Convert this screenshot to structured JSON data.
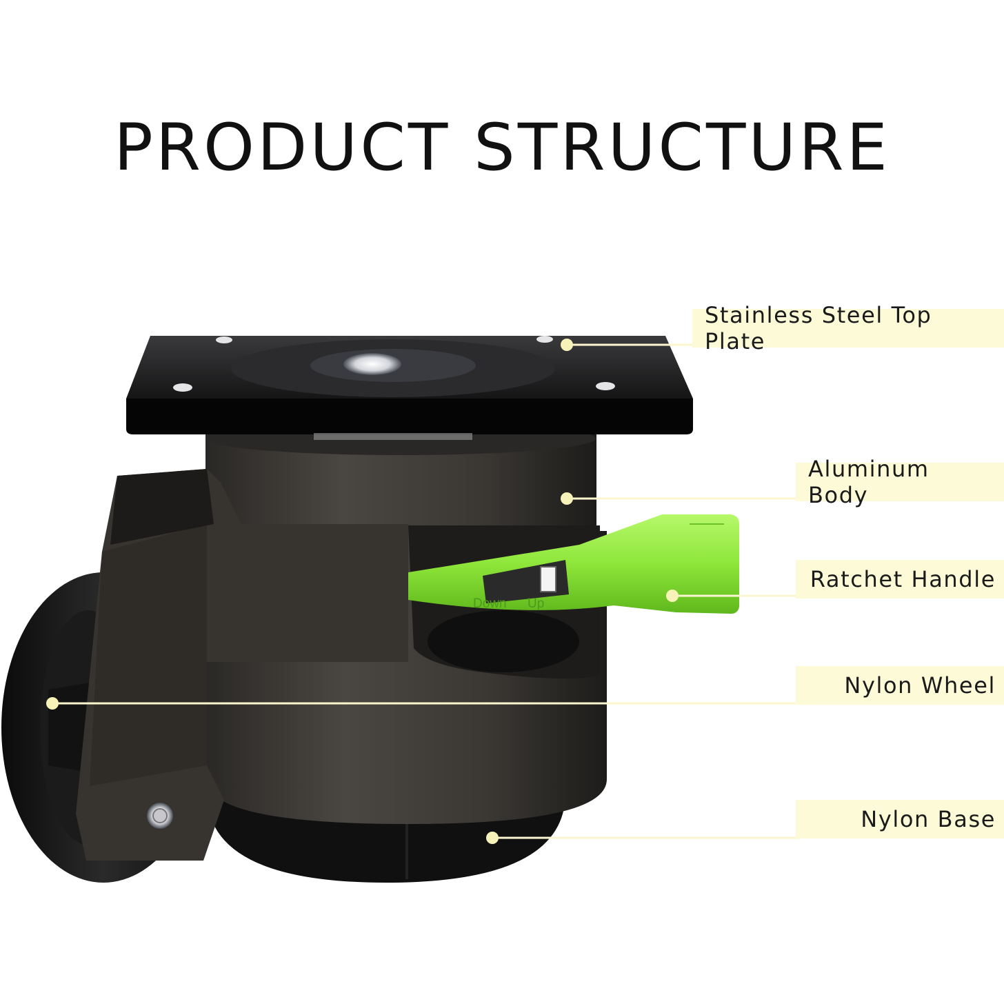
{
  "title": "PRODUCT STRUCTURE",
  "product_markings": {
    "handle_down": "Down",
    "handle_up": "Up"
  },
  "callouts": [
    {
      "id": "top-plate",
      "label": "Stainless Steel Top Plate"
    },
    {
      "id": "aluminum-body",
      "label": "Aluminum Body"
    },
    {
      "id": "ratchet-handle",
      "label": "Ratchet Handle"
    },
    {
      "id": "nylon-wheel",
      "label": "Nylon Wheel"
    },
    {
      "id": "nylon-base",
      "label": "Nylon Base"
    }
  ],
  "colors": {
    "callout_fill": "#fdfbd7",
    "callout_dot": "#f7f2b8",
    "handle_green": "#8ee63a",
    "body_dark": "#3a3733",
    "plate_black": "#0d0d0d"
  }
}
